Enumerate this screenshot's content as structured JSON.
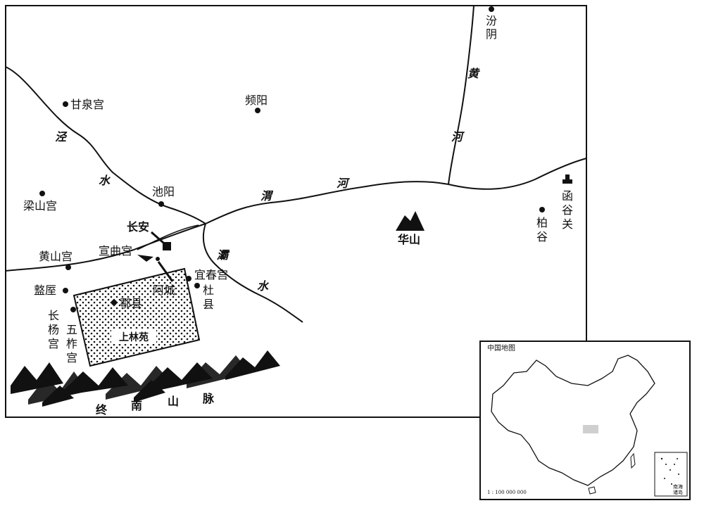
{
  "places": {
    "fenyin": "汾阴",
    "ganquan_gong": "甘泉宫",
    "pinyang": "频阳",
    "liangshan_gong": "梁山宫",
    "chiyang": "池阳",
    "changan": "长安",
    "yiqu_gong": "宣曲宫",
    "huangshan_gong": "黄山宫",
    "zhouzhi": "盩厔",
    "changyang_gong": "长杨宫",
    "wuzuo_gong": "五柞宫",
    "hu_xian": "鄠县",
    "e_cheng": "阿城",
    "yichun_gong": "宜春宫",
    "du_xian": "杜县",
    "hangu_guan": "函谷关",
    "bo_gu": "柏谷",
    "hua_shan": "华山"
  },
  "rivers": {
    "jing": [
      "泾",
      "水"
    ],
    "wei": [
      "渭",
      "河"
    ],
    "huang": [
      "黄",
      "河"
    ],
    "ba": [
      "灞",
      "水"
    ]
  },
  "regions": {
    "shanglin_yuan": "上林苑"
  },
  "mountains": {
    "zhongnan": [
      "终",
      "南",
      "山",
      "脉"
    ]
  },
  "inset": {
    "title": "中国地图",
    "scale": "1 : 100 000 000",
    "south_sea_label": [
      "南海",
      "诸岛"
    ],
    "highlight_color": "#cfcfcf"
  }
}
